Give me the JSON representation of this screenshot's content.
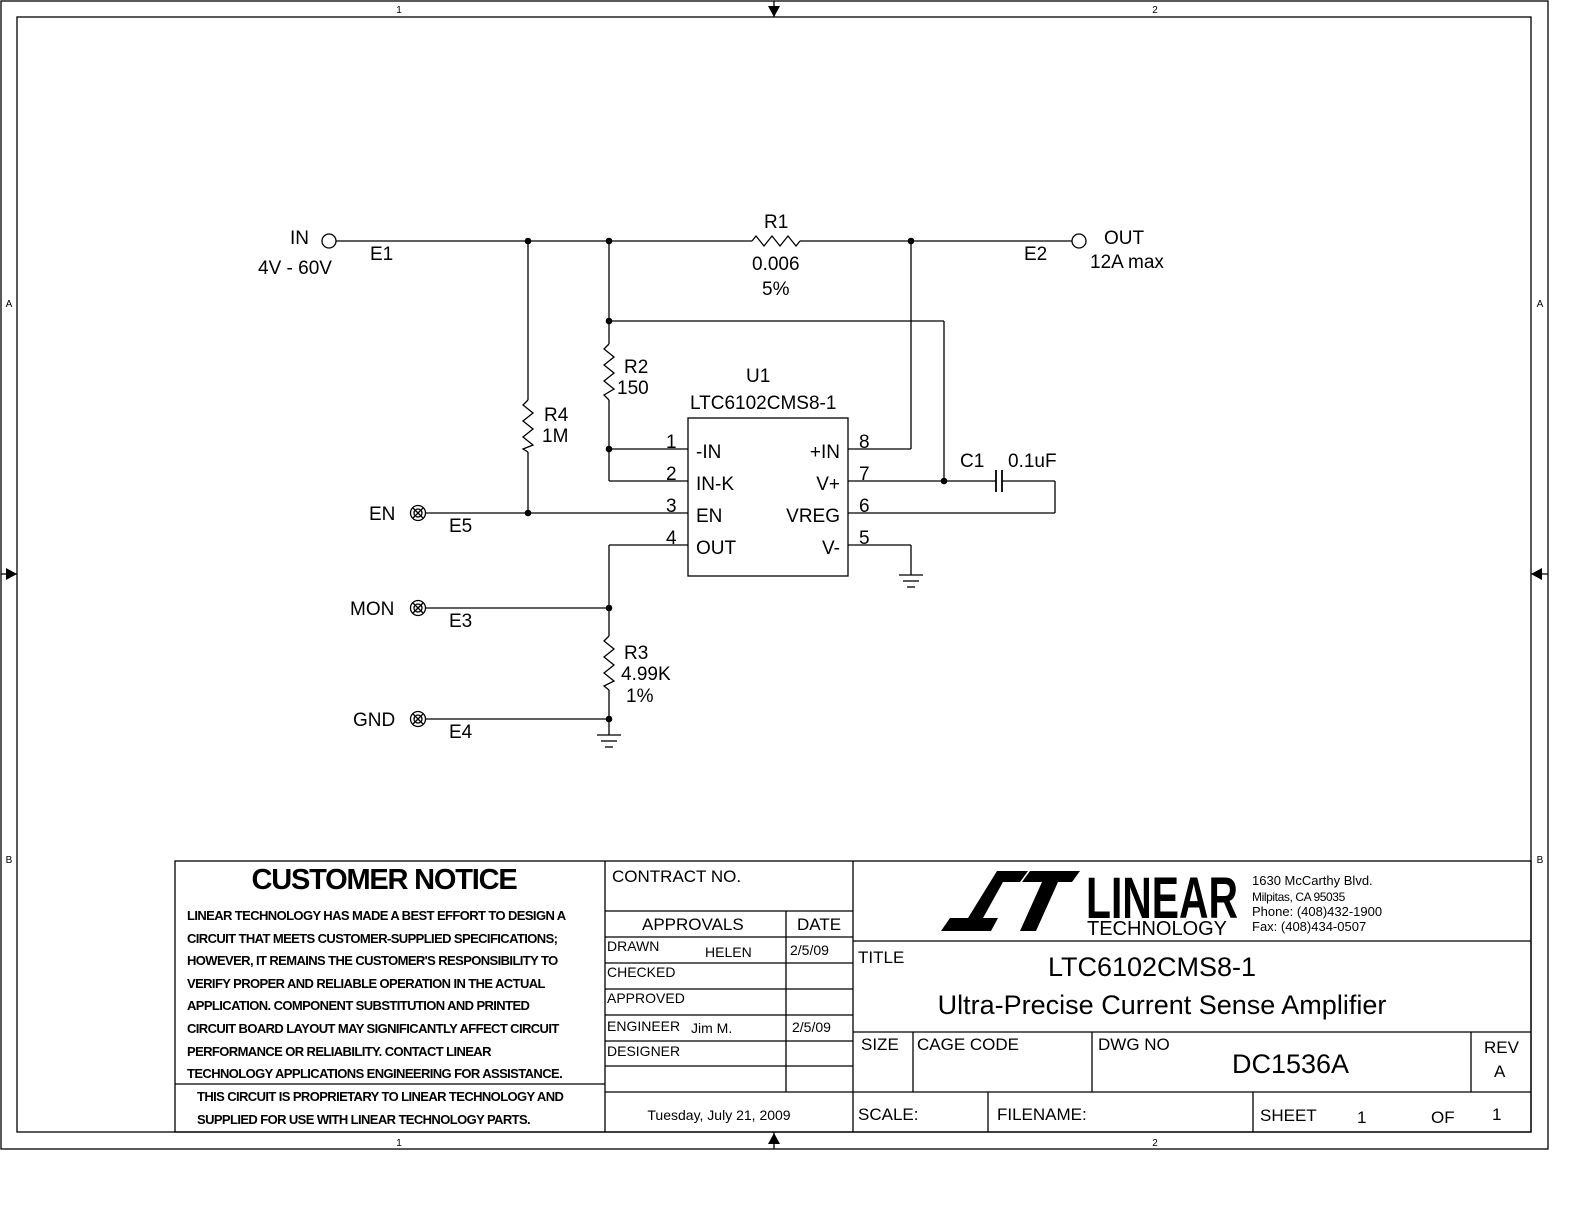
{
  "border": {
    "col_1": "1",
    "col_2": "2",
    "row_a": "A",
    "row_b": "B"
  },
  "schematic": {
    "in_label": "IN",
    "in_range": "4V - 60V",
    "e1": "E1",
    "r1_ref": "R1",
    "r1_value": "0.006",
    "r1_tol": "5%",
    "out_label": "OUT",
    "out_max": "12A max",
    "e2": "E2",
    "r2_ref": "R2",
    "r2_value": "150",
    "u1_ref": "U1",
    "u1_part": "LTC6102CMS8-1",
    "r4_ref": "R4",
    "r4_value": "1M",
    "pin1_num": "1",
    "pin1_name": "-IN",
    "pin2_num": "2",
    "pin2_name": "IN-K",
    "pin3_num": "3",
    "pin3_name": "EN",
    "pin4_num": "4",
    "pin4_name": "OUT",
    "pin8_num": "8",
    "pin8_name": "+IN",
    "pin7_num": "7",
    "pin7_name": "V+",
    "pin6_num": "6",
    "pin6_name": "VREG",
    "pin5_num": "5",
    "pin5_name": "V-",
    "c1_ref": "C1",
    "c1_value": "0.1uF",
    "en_label": "EN",
    "e5": "E5",
    "mon_label": "MON",
    "e3": "E3",
    "r3_ref": "R3",
    "r3_value": "4.99K",
    "r3_tol": "1%",
    "gnd_label": "GND",
    "e4": "E4"
  },
  "title_block": {
    "notice_title": "CUSTOMER NOTICE",
    "notice_lines": [
      "LINEAR TECHNOLOGY HAS MADE A BEST EFFORT TO DESIGN A",
      "CIRCUIT THAT MEETS CUSTOMER-SUPPLIED SPECIFICATIONS;",
      "HOWEVER, IT REMAINS THE CUSTOMER'S RESPONSIBILITY TO",
      "VERIFY PROPER AND RELIABLE OPERATION IN THE ACTUAL",
      "APPLICATION.  COMPONENT SUBSTITUTION AND PRINTED",
      "CIRCUIT BOARD LAYOUT MAY SIGNIFICANTLY AFFECT CIRCUIT",
      "PERFORMANCE OR RELIABILITY.  CONTACT LINEAR",
      "TECHNOLOGY APPLICATIONS ENGINEERING FOR ASSISTANCE."
    ],
    "proprietary_lines": [
      "THIS CIRCUIT IS PROPRIETARY TO LINEAR TECHNOLOGY AND",
      "SUPPLIED FOR USE WITH LINEAR TECHNOLOGY PARTS."
    ],
    "contract_no": "CONTRACT NO.",
    "approvals": "APPROVALS",
    "date_header": "DATE",
    "drawn_label": "DRAWN",
    "drawn_name": "HELEN",
    "drawn_date": "2/5/09",
    "checked_label": "CHECKED",
    "approved_label": "APPROVED",
    "engineer_label": "ENGINEER",
    "engineer_name": "Jim M.",
    "engineer_date": "2/5/09",
    "designer_label": "DESIGNER",
    "print_date": "Tuesday, July 21, 2009",
    "logo_word": "LINEAR",
    "logo_sub": "TECHNOLOGY",
    "address_1": "1630 McCarthy Blvd.",
    "address_2": "Milpitas, CA 95035",
    "phone": "Phone: (408)432-1900",
    "fax": "Fax: (408)434-0507",
    "title_label": "TITLE",
    "title_part": "LTC6102CMS8-1",
    "title_desc": "Ultra-Precise Current Sense Amplifier",
    "size_label": "SIZE",
    "cage_code_label": "CAGE CODE",
    "dwg_no_label": "DWG NO",
    "dwg_no": "DC1536A",
    "rev_label": "REV",
    "rev": "A",
    "scale_label": "SCALE:",
    "filename_label": "FILENAME:",
    "sheet_label": "SHEET",
    "sheet_num": "1",
    "of_label": "OF",
    "sheet_total": "1"
  }
}
